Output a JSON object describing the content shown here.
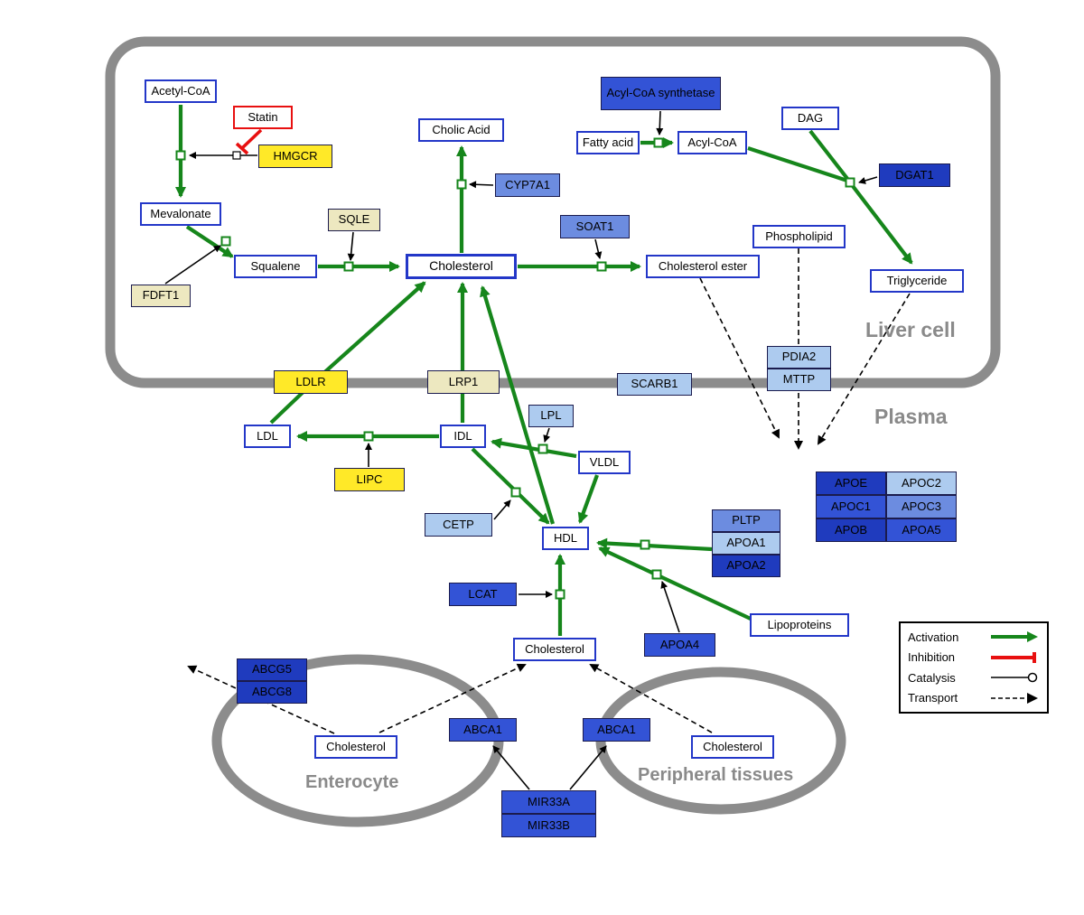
{
  "regions": {
    "liver": "Liver cell",
    "plasma": "Plasma",
    "enterocyte": "Enterocyte",
    "peripheral": "Peripheral tissues"
  },
  "nodes": {
    "acetyl_coa": "Acetyl-CoA",
    "statin": "Statin",
    "hmgcr": "HMGCR",
    "mevalonate": "Mevalonate",
    "sqle": "SQLE",
    "fdft1": "FDFT1",
    "squalene": "Squalene",
    "cholic_acid": "Cholic Acid",
    "cyp7a1": "CYP7A1",
    "cholesterol_liver": "Cholesterol",
    "soat1": "SOAT1",
    "cholesterol_ester": "Cholesterol ester",
    "acyl_coa_synthetase": "Acyl-CoA synthetase",
    "fatty_acid": "Fatty acid",
    "acyl_coa": "Acyl-CoA",
    "dag": "DAG",
    "dgat1": "DGAT1",
    "phospholipid": "Phospholipid",
    "triglyceride": "Triglyceride",
    "pdia2": "PDIA2",
    "mttp": "MTTP",
    "ldlr": "LDLR",
    "lrp1": "LRP1",
    "scarb1": "SCARB1",
    "ldl": "LDL",
    "idl": "IDL",
    "lpl": "LPL",
    "vldl": "VLDL",
    "lipc": "LIPC",
    "cetp": "CETP",
    "hdl": "HDL",
    "pltp": "PLTP",
    "apoa1": "APOA1",
    "apoa2": "APOA2",
    "lcat": "LCAT",
    "apoa4": "APOA4",
    "lipoproteins": "Lipoproteins",
    "apoe": "APOE",
    "apoc2": "APOC2",
    "apoc1": "APOC1",
    "apoc3": "APOC3",
    "apob": "APOB",
    "apoa5": "APOA5",
    "cholesterol_plasma": "Cholesterol",
    "abcg5": "ABCG5",
    "abcg8": "ABCG8",
    "cholesterol_enterocyte": "Cholesterol",
    "abca1_left": "ABCA1",
    "abca1_right": "ABCA1",
    "cholesterol_peripheral": "Cholesterol",
    "mir33a": "MIR33A",
    "mir33b": "MIR33B"
  },
  "legend": {
    "activation": "Activation",
    "inhibition": "Inhibition",
    "catalysis": "Catalysis",
    "transport": "Transport"
  },
  "colors": {
    "activation": "#16861B",
    "inhibition": "#E81010",
    "membrane": "#8C8C8C",
    "metabolite_border": "#2337C8",
    "gene_light": "#ADCBEF",
    "gene_medium": "#6C8CE0",
    "gene_strong": "#3353D6",
    "gene_dark": "#1F3BBE",
    "gene_yellow": "#FFE928",
    "gene_khaki": "#EDE8C0"
  }
}
